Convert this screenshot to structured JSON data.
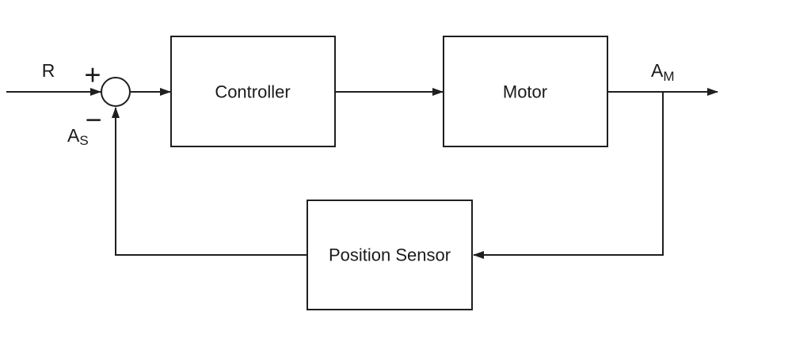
{
  "diagram": {
    "type": "feedback-control-block-diagram",
    "blocks": [
      {
        "id": "controller",
        "label": "Controller"
      },
      {
        "id": "motor",
        "label": "Motor"
      },
      {
        "id": "position-sensor",
        "label": "Position Sensor"
      }
    ],
    "summing_junction": {
      "plus": "+",
      "minus": "−"
    },
    "signals": {
      "reference": {
        "label": "R"
      },
      "sensor_feedback": {
        "base": "A",
        "sub": "S"
      },
      "motor_output": {
        "base": "A",
        "sub": "M"
      }
    }
  },
  "colors": {
    "line": "#1f1f1f",
    "text": "#1a1a1a",
    "background": "#ffffff"
  }
}
